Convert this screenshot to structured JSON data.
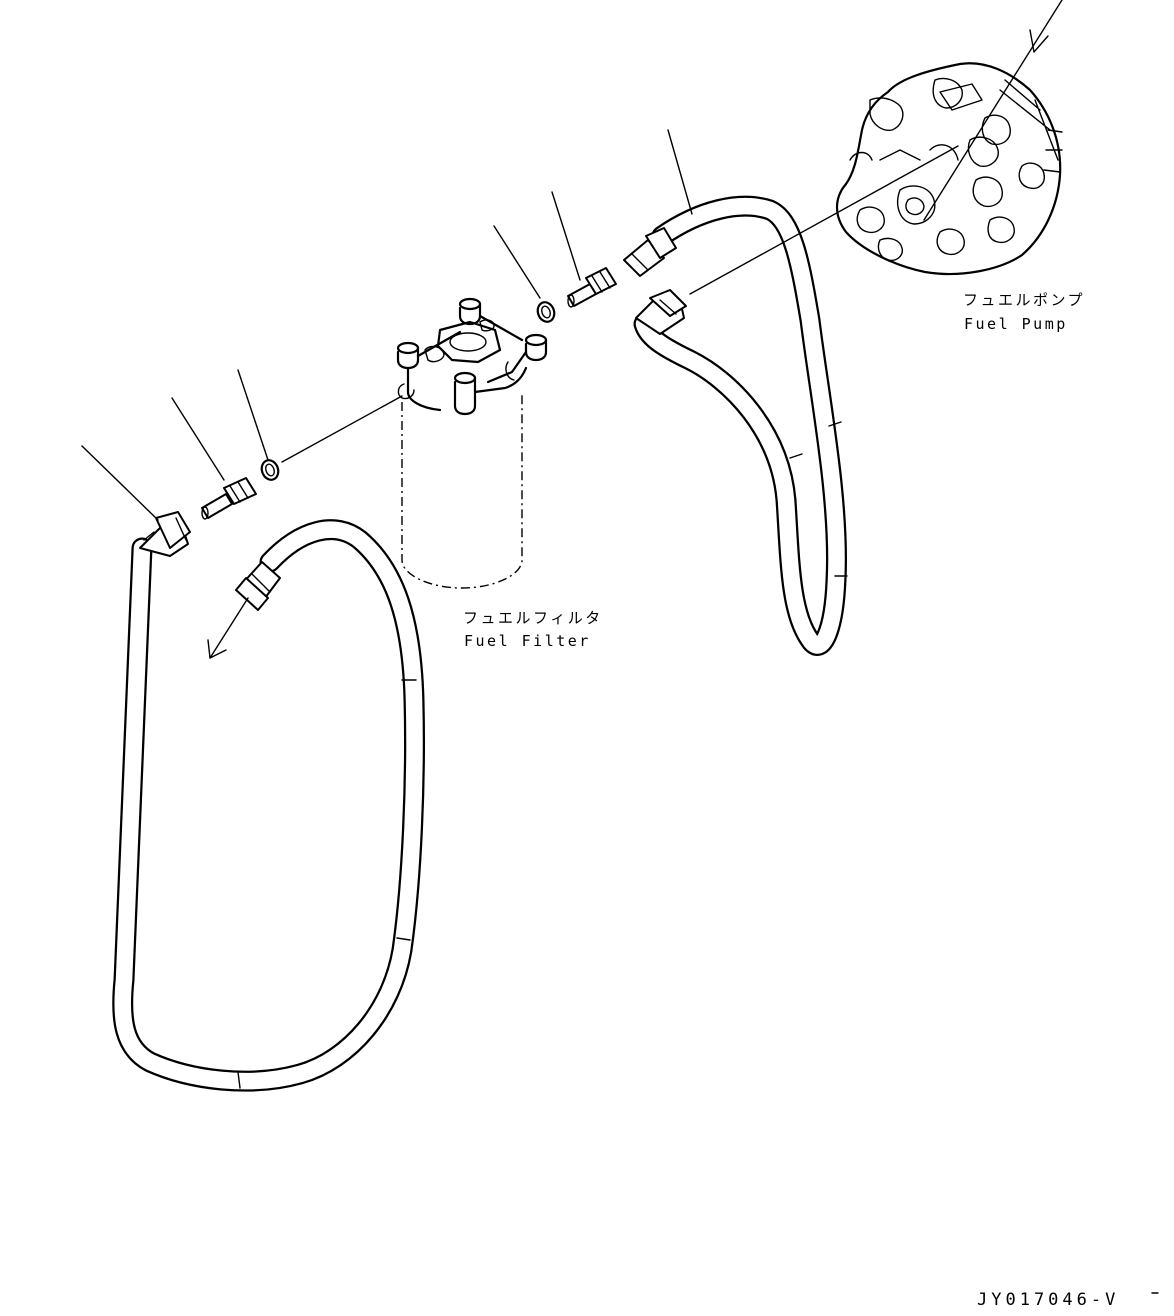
{
  "components": {
    "fuel_pump": {
      "label_jp": "フュエルポンプ",
      "label_en": "Fuel Pump"
    },
    "fuel_filter": {
      "label_jp": "フュエルフィルタ",
      "label_en": "Fuel Filter"
    }
  },
  "drawing_code": "JY017046-V"
}
